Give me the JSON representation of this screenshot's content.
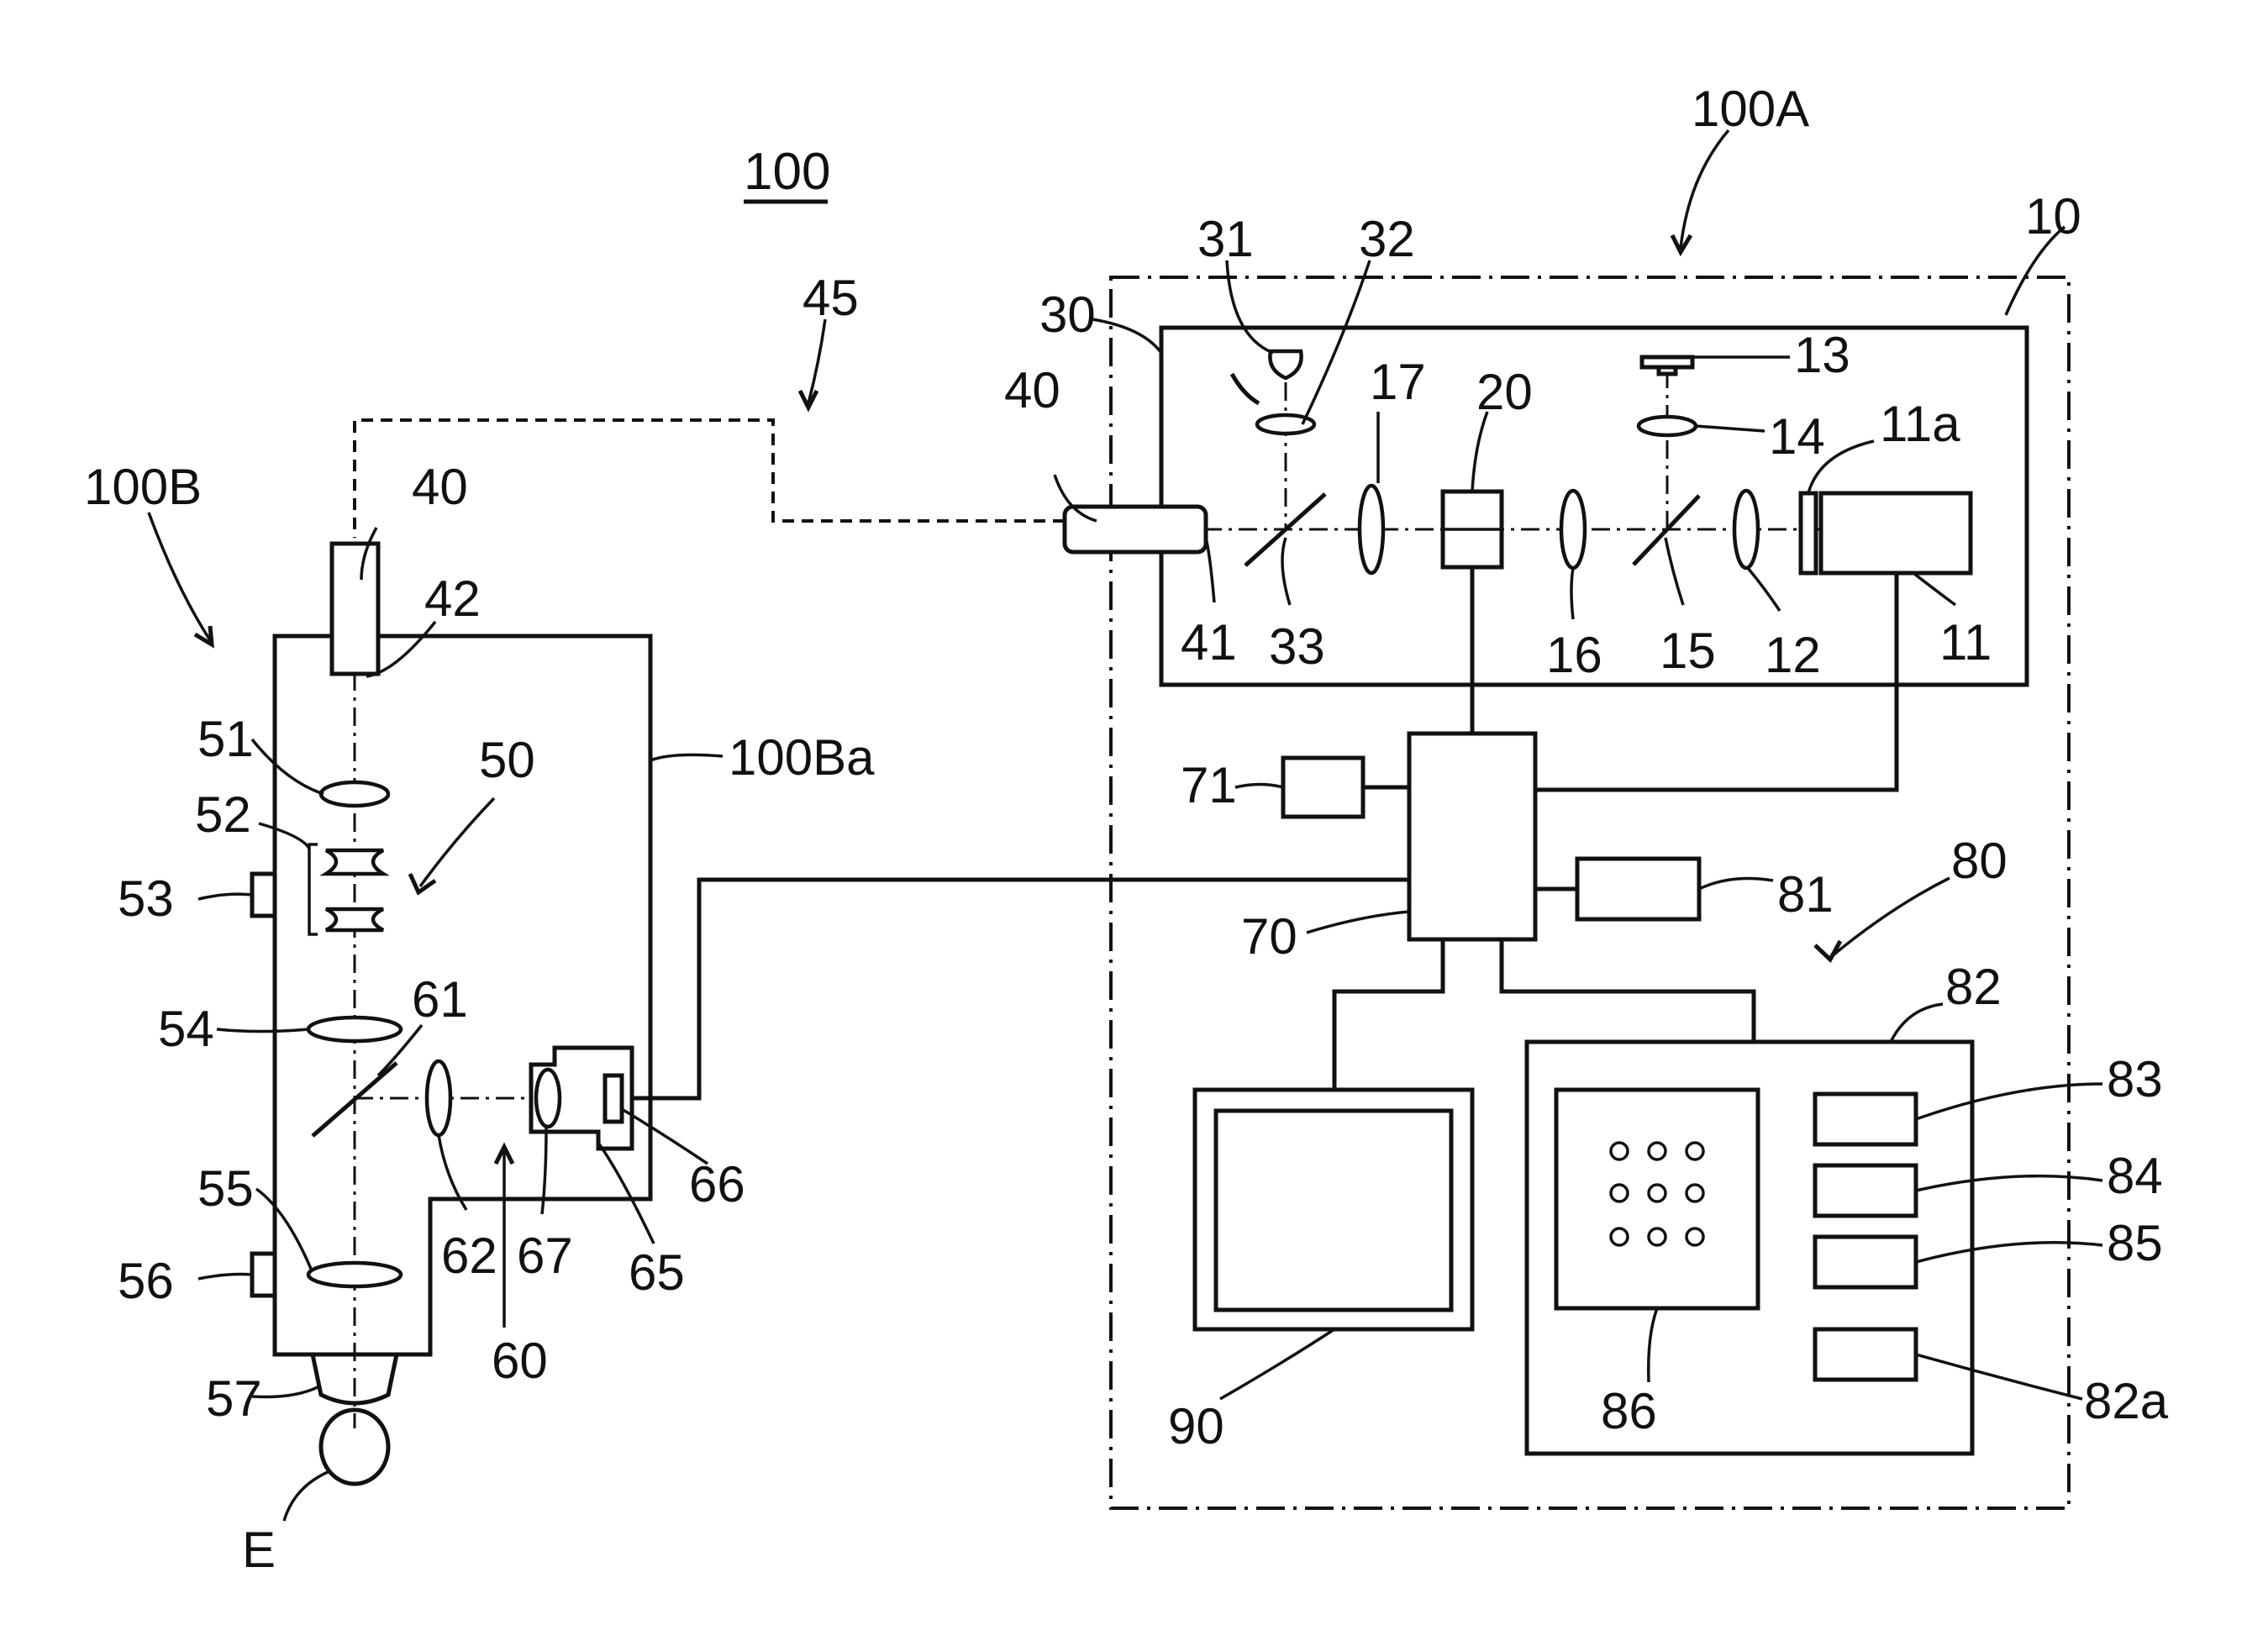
{
  "figure": {
    "title": "100",
    "labels": {
      "sys_100A": "100A",
      "sys_100B": "100B",
      "housing_100Ba": "100Ba",
      "laser_unit": "10",
      "laser_source": "11",
      "filter": "11a",
      "lens12": "12",
      "aim_light": "13",
      "lens14": "14",
      "mirror15": "15",
      "lens16": "16",
      "lens17": "17",
      "shutter": "20",
      "obs_unit": "30",
      "obs_light": "31",
      "lens32": "32",
      "mirror33": "33",
      "fiber_a": "40",
      "fiber_b": "40",
      "fiber_end_a": "41",
      "fiber_end_b": "42",
      "fiber_link": "45",
      "zoom_system": "50",
      "lens51": "51",
      "lens52": "52",
      "knob53": "53",
      "lens54": "54",
      "lens55": "55",
      "knob56": "56",
      "contact_lens": "57",
      "camera_system": "60",
      "mirror61": "61",
      "lens62": "62",
      "camera": "65",
      "sensor": "66",
      "camera_lens": "67",
      "controller": "70",
      "block71": "71",
      "operation_unit": "80",
      "block81": "81",
      "panel": "82",
      "button82a": "82a",
      "button83": "83",
      "button84": "84",
      "button85": "85",
      "keypad": "86",
      "monitor": "90",
      "eye": "E"
    }
  }
}
